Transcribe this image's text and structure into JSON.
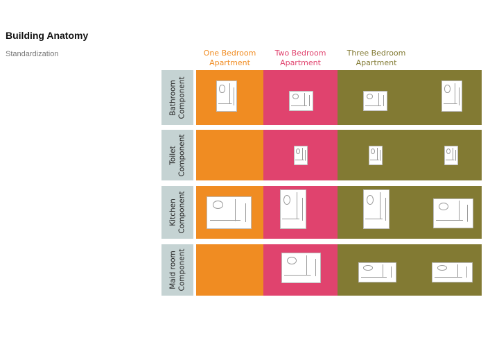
{
  "title": "Building Anatomy",
  "subtitle": "Standardization",
  "columns": [
    {
      "label_line1": "One Bedroom",
      "label_line2": "Apartment",
      "color": "#F08C22"
    },
    {
      "label_line1": "Two Bedroom",
      "label_line2": "Apartment",
      "color": "#E0436E"
    },
    {
      "label_line1": "Three Bedroom",
      "label_line2": "Apartment",
      "color": "#827A33"
    }
  ],
  "rows": [
    {
      "label": "Bathroom\nComponent"
    },
    {
      "label": "Toilet\nComponent"
    },
    {
      "label": "Kitchen\nComponent"
    },
    {
      "label": "Maid room\nComponent"
    }
  ]
}
